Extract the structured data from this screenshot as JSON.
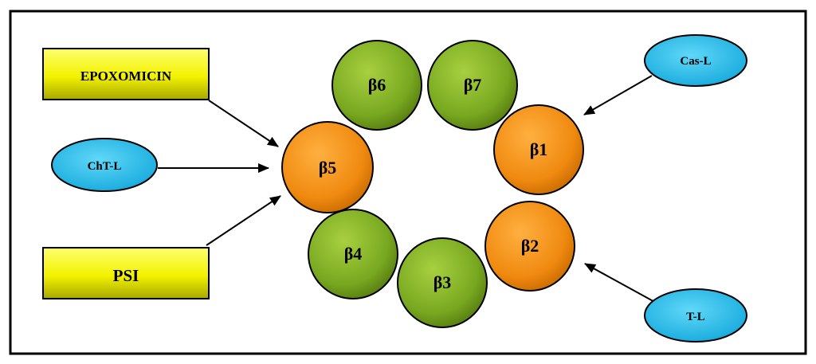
{
  "colors": {
    "border": "#000000",
    "background": "#ffffff",
    "inhibitor_fill_light": "#ffff66",
    "inhibitor_fill_dark": "#b8b800",
    "activity_fill": "#20b8e0",
    "active_subunit_fill": "#f08f10",
    "inactive_subunit_fill": "#78a820",
    "arrow": "#000000"
  },
  "inhibitors": [
    {
      "id": "epoxomicin",
      "label": "EPOXOMICIN"
    },
    {
      "id": "psi",
      "label": "PSI"
    }
  ],
  "activities": [
    {
      "id": "cht-l",
      "label": "ChT-L"
    },
    {
      "id": "cas-l",
      "label": "Cas-L"
    },
    {
      "id": "t-l",
      "label": "T-L"
    }
  ],
  "subunits": [
    {
      "id": "b5",
      "label": "β5",
      "active": true
    },
    {
      "id": "b6",
      "label": "β6",
      "active": false
    },
    {
      "id": "b7",
      "label": "β7",
      "active": false
    },
    {
      "id": "b1",
      "label": "β1",
      "active": true
    },
    {
      "id": "b2",
      "label": "β2",
      "active": true
    },
    {
      "id": "b3",
      "label": "β3",
      "active": false
    },
    {
      "id": "b4",
      "label": "β4",
      "active": false
    }
  ],
  "arrows": [
    {
      "from": "epoxomicin",
      "to": "b5"
    },
    {
      "from": "cht-l",
      "to": "b5"
    },
    {
      "from": "psi",
      "to": "b5"
    },
    {
      "from": "cas-l",
      "to": "b1"
    },
    {
      "from": "t-l",
      "to": "b2"
    }
  ]
}
